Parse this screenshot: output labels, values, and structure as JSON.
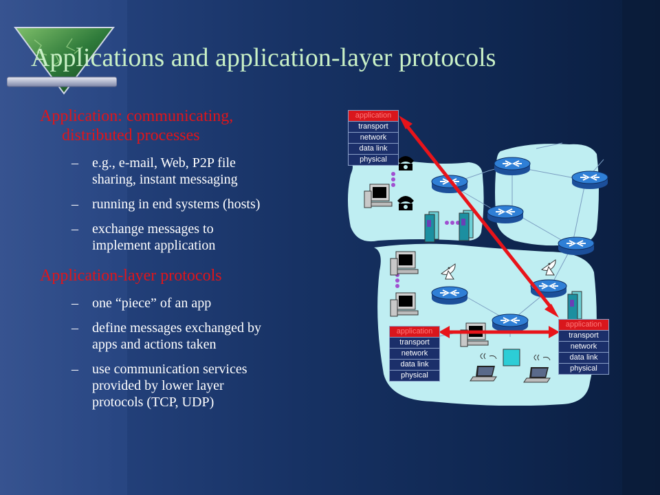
{
  "title": "Applications and application-layer protocols",
  "sections": [
    {
      "heading_line1": "Application: communicating,",
      "heading_line2": "distributed processes",
      "items": [
        {
          "line1": "e.g., e-mail, Web, P2P file",
          "line2": "sharing, instant messaging"
        },
        {
          "line1": "running in end systems (hosts)",
          "line2": ""
        },
        {
          "line1": "exchange messages to",
          "line2": "implement application"
        }
      ]
    },
    {
      "heading_line1": "Application-layer protocols",
      "heading_line2": "",
      "items": [
        {
          "line1": "one “piece” of an app",
          "line2": ""
        },
        {
          "line1": "define messages exchanged by",
          "line2": "apps and actions taken"
        },
        {
          "line1": "use communication services",
          "line2": "provided by lower layer",
          "line3": "protocols (TCP, UDP)"
        }
      ]
    }
  ],
  "dash": "–",
  "stack_layers": [
    "application",
    "transport",
    "network",
    "data link",
    "physical"
  ],
  "colors": {
    "title": "#c9f0c6",
    "heading": "#e0151a",
    "arrow": "#e8141a",
    "cloud": "#bfeef2",
    "router": "#2a6ec9"
  },
  "icons": [
    "logo-triangle-icon",
    "router-icon",
    "telephone-icon",
    "workstation-icon",
    "server-icon",
    "satellite-dish-icon",
    "laptop-icon"
  ]
}
